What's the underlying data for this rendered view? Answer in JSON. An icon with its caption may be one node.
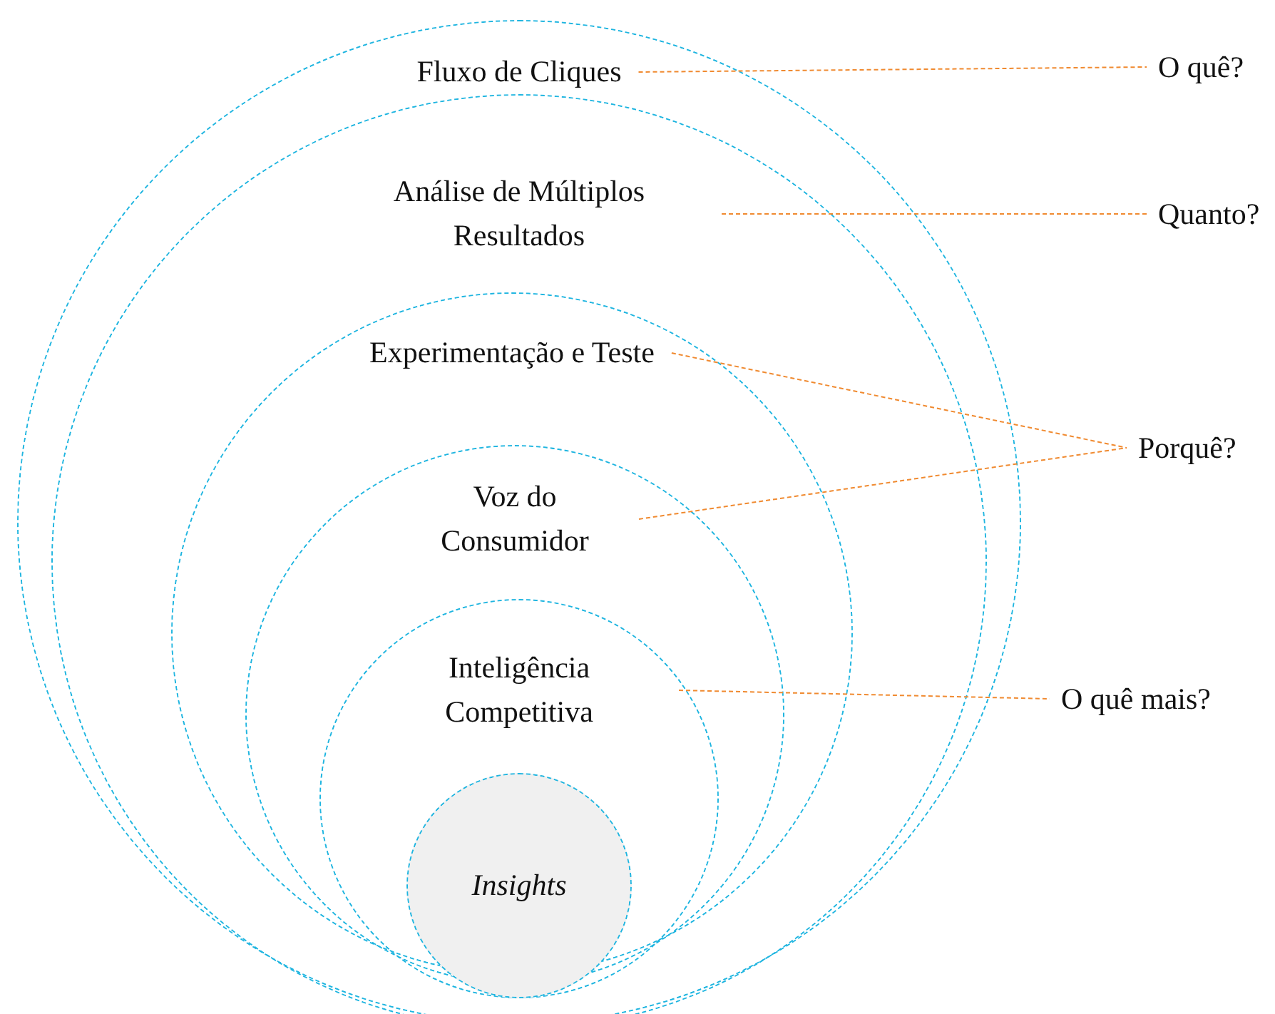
{
  "diagram": {
    "nodes": [
      {
        "text": [
          "Fluxo de Cliques"
        ]
      },
      {
        "text": [
          "Análise de Múltiplos Resultados"
        ],
        "in": 0
      },
      {
        "text": [
          "Experimentação e Teste"
        ],
        "in": 1
      },
      {
        "text": [
          "Voz do Consumidor"
        ],
        "in": 2
      },
      {
        "text": [
          "Inteligência Competitiva"
        ],
        "in": 3
      },
      {
        "text": [
          "Insights"
        ],
        "in": 4
      },
      {
        "text": [
          "O quê?"
        ]
      },
      {
        "text": [
          "Quanto?"
        ]
      },
      {
        "text": [
          "Porquê?"
        ]
      },
      {
        "text": [
          "O quê mais?"
        ]
      }
    ],
    "edges": [
      {
        "from": 0,
        "to": 6,
        "arrow": "none",
        "style": "dashed"
      },
      {
        "from": 1,
        "to": 7,
        "arrow": "none",
        "style": "dashed"
      },
      {
        "from": 2,
        "to": 8,
        "arrow": "none",
        "style": "dashed"
      },
      {
        "from": 3,
        "to": 8,
        "arrow": "none",
        "style": "dashed"
      },
      {
        "from": 4,
        "to": 9,
        "arrow": "none",
        "style": "dashed"
      }
    ]
  }
}
